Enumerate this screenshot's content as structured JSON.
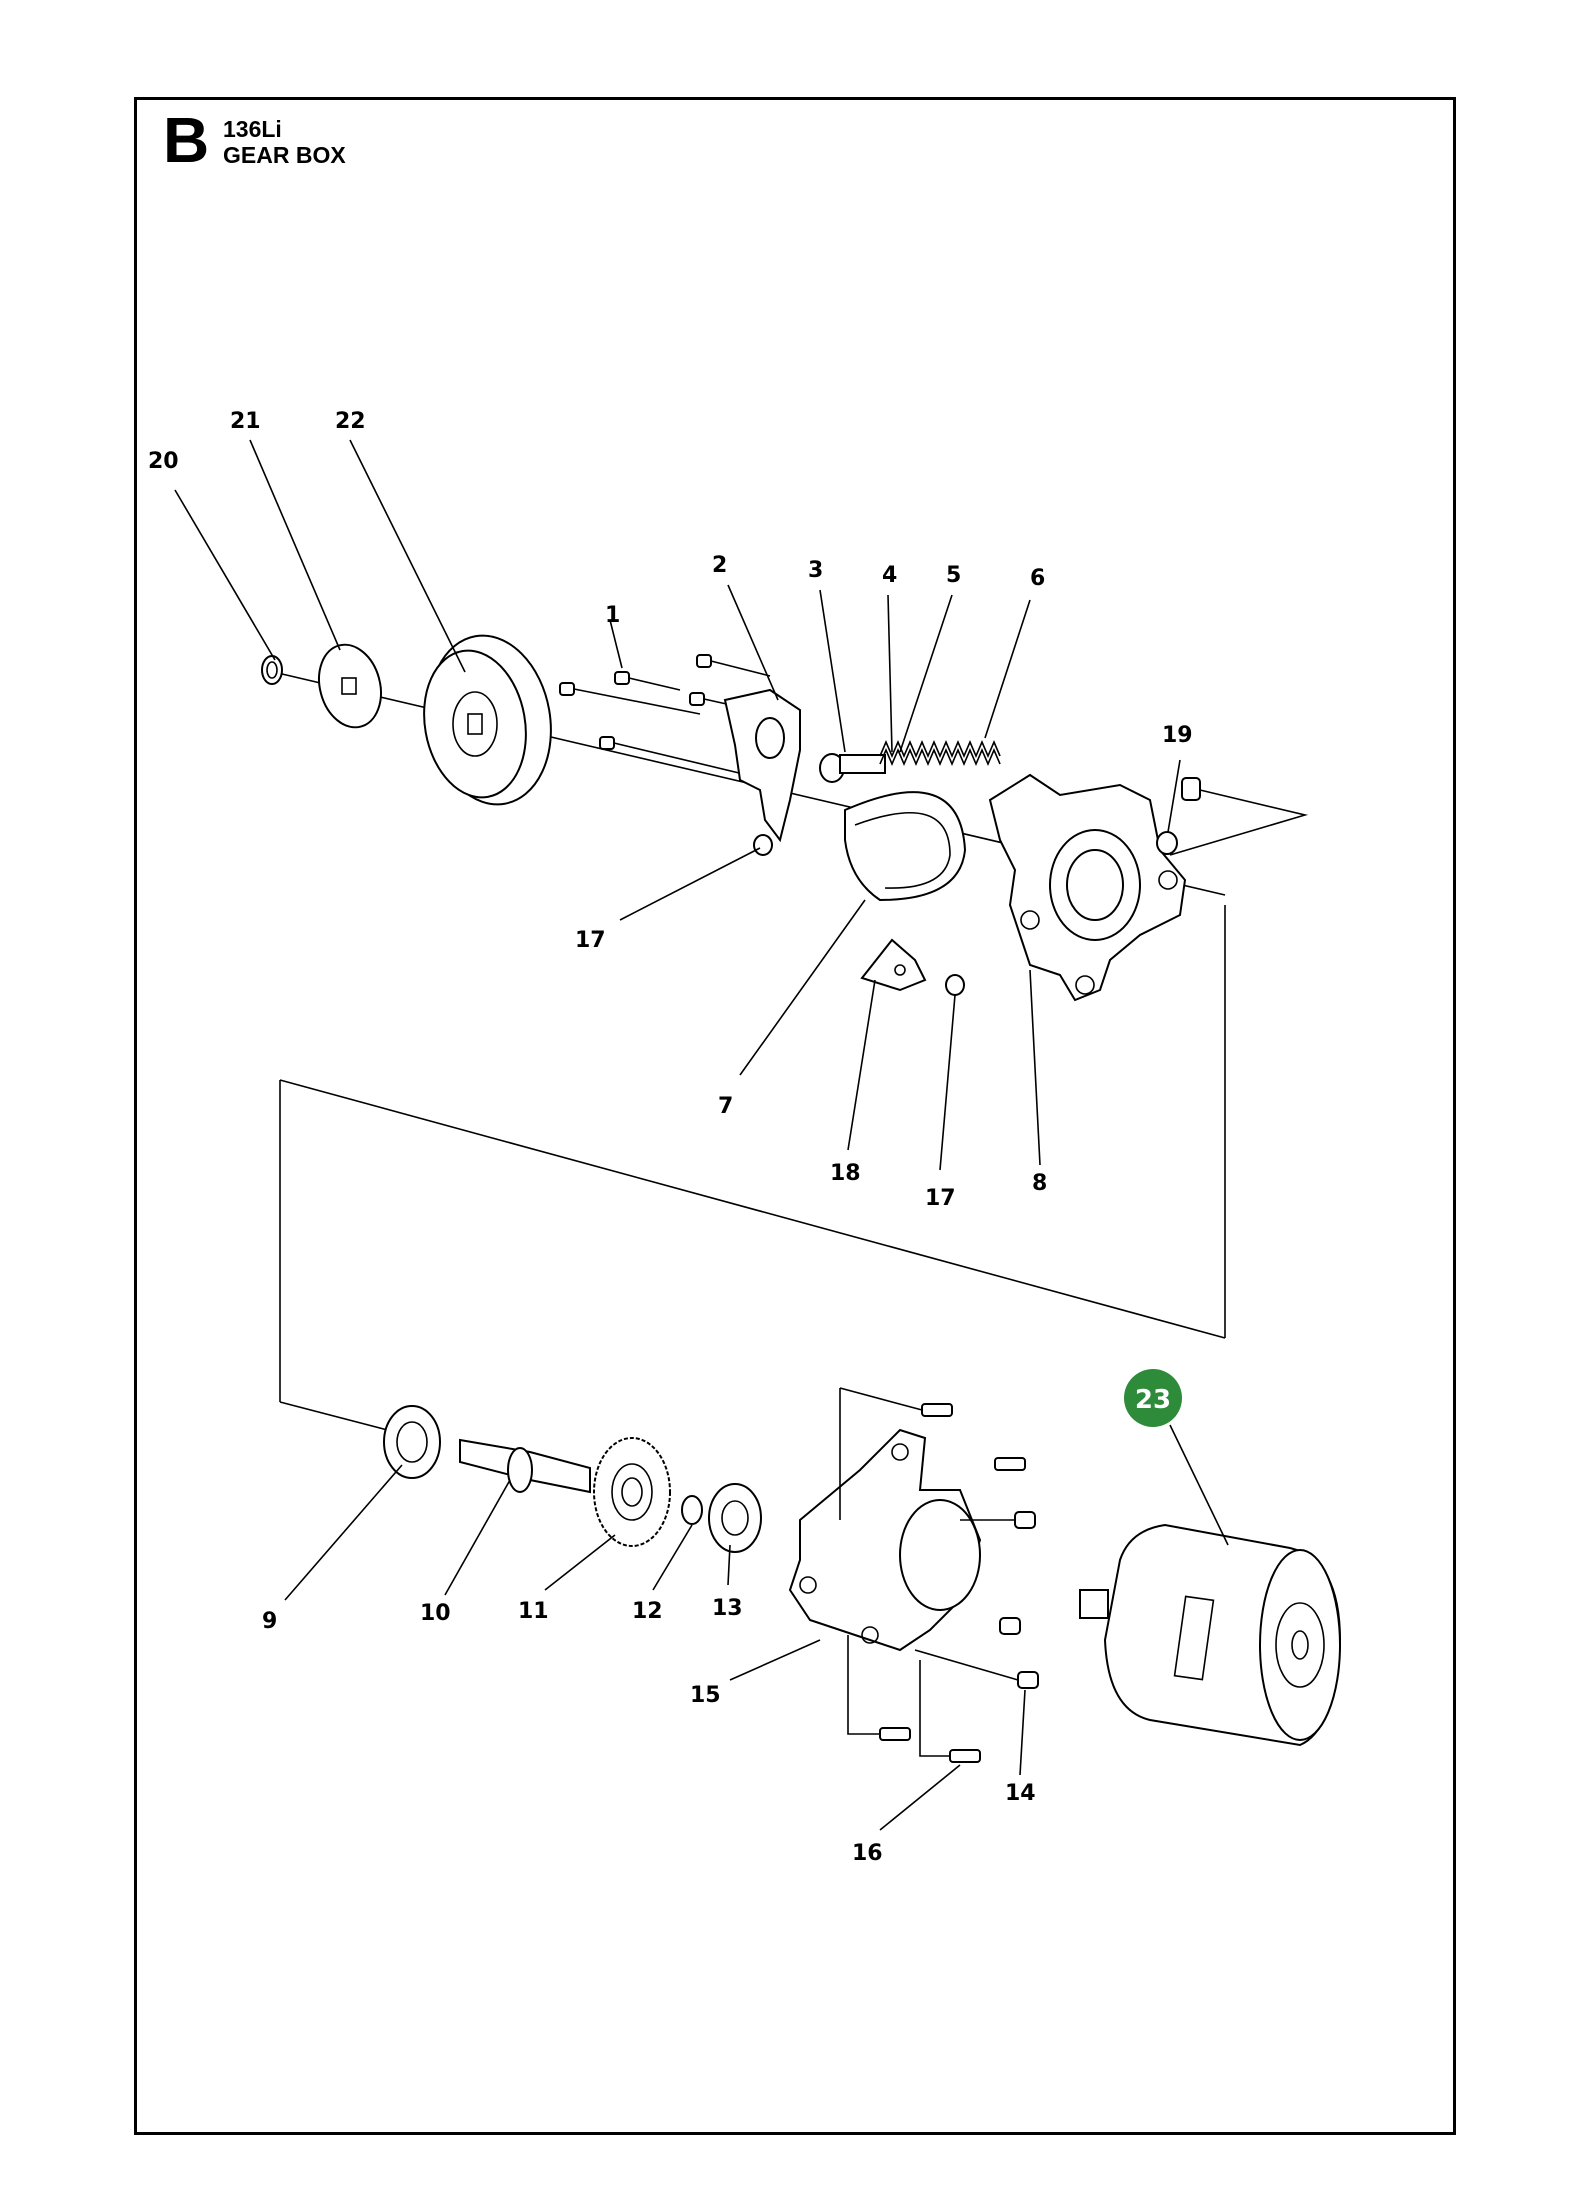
{
  "header": {
    "section_letter": "B",
    "model": "136Li",
    "title": "GEAR BOX"
  },
  "callouts": [
    "1",
    "2",
    "3",
    "4",
    "5",
    "6",
    "7",
    "8",
    "9",
    "10",
    "11",
    "12",
    "13",
    "14",
    "15",
    "16",
    "17",
    "17",
    "18",
    "19",
    "20",
    "21",
    "22"
  ],
  "highlight": {
    "label": "23",
    "color": "#2e8b3a"
  },
  "colors": {
    "line": "#000000",
    "background": "#ffffff"
  }
}
